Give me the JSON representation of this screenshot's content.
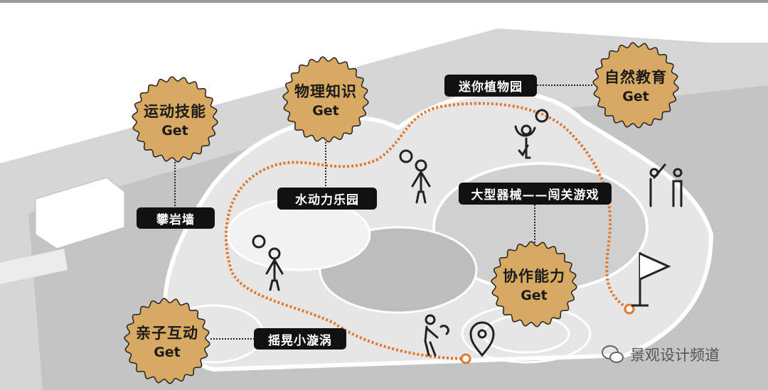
{
  "badges": [
    {
      "title": "运动技能",
      "sub": "Get"
    },
    {
      "title": "物理知识",
      "sub": "Get"
    },
    {
      "title": "自然教育",
      "sub": "Get"
    },
    {
      "title": "协作能力",
      "sub": "Get"
    },
    {
      "title": "亲子互动",
      "sub": "Get"
    }
  ],
  "labels": {
    "climbing_wall": "攀岩墙",
    "water_park": "水动力乐园",
    "mini_garden": "迷你植物园",
    "large_equipment": "大型器械——闯关游戏",
    "swing_vortex": "摇晃小漩涡"
  },
  "watermark": "景观设计频道",
  "colors": {
    "badge": "#d8a962",
    "path": "#e0782e",
    "label_bg": "#111111",
    "map": "#cfcfcf"
  }
}
